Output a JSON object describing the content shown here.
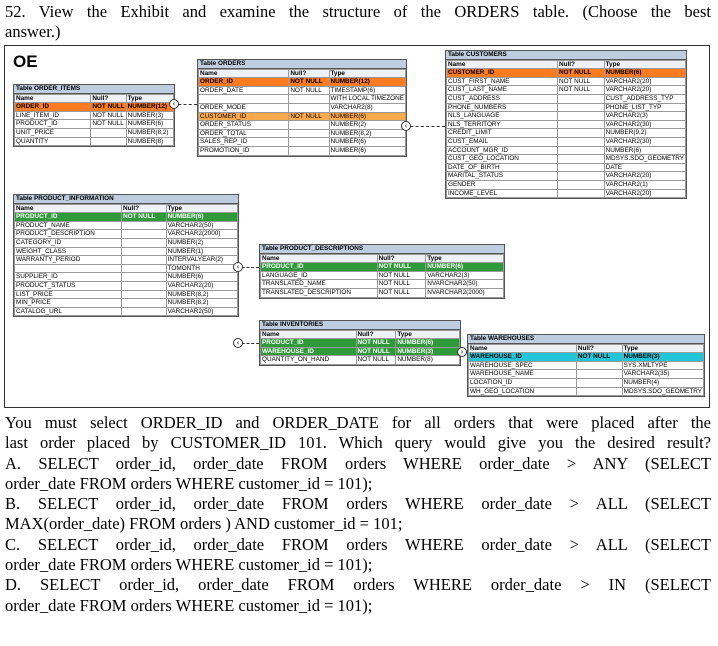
{
  "question_header": {
    "line1": "52. View the Exhibit and examine the structure of the ORDERS table. (Choose the best",
    "line2": "answer.)"
  },
  "exhibit": {
    "schema_label": "OE",
    "tables": {
      "order_items": {
        "title": "Table ORDER_ITEMS",
        "headers": [
          "Name",
          "Null?",
          "Type"
        ],
        "rows": [
          {
            "name": "ORDER_ID",
            "null": "NOT NULL",
            "type": "NUMBER(12)",
            "key": "pk"
          },
          {
            "name": "LINE_ITEM_ID",
            "null": "NOT NULL",
            "type": "NUMBER(3)",
            "key": ""
          },
          {
            "name": "PRODUCT_ID",
            "null": "NOT NULL",
            "type": "NUMBER(6)",
            "key": ""
          },
          {
            "name": "UNIT_PRICE",
            "null": "",
            "type": "NUMBER(8,2)",
            "key": ""
          },
          {
            "name": "QUANTITY",
            "null": "",
            "type": "NUMBER(8)",
            "key": ""
          }
        ]
      },
      "orders": {
        "title": "Table ORDERS",
        "headers": [
          "Name",
          "Null?",
          "Type"
        ],
        "rows": [
          {
            "name": "ORDER_ID",
            "null": "NOT NULL",
            "type": "NUMBER(12)",
            "key": "pk"
          },
          {
            "name": "ORDER_DATE",
            "null": "NOT NULL",
            "type": "TIMESTAMP(6)",
            "key": ""
          },
          {
            "name": "",
            "null": "",
            "type": "WITH LOCAL TIMEZONE",
            "key": ""
          },
          {
            "name": "ORDER_MODE",
            "null": "",
            "type": "VARCHAR2(8)",
            "key": ""
          },
          {
            "name": "CUSTOMER_ID",
            "null": "NOT NULL",
            "type": "NUMBER(6)",
            "key": "orangehi"
          },
          {
            "name": "ORDER_STATUS",
            "null": "",
            "type": "NUMBER(2)",
            "key": ""
          },
          {
            "name": "ORDER_TOTAL",
            "null": "",
            "type": "NUMBER(8,2)",
            "key": ""
          },
          {
            "name": "SALES_REP_ID",
            "null": "",
            "type": "NUMBER(6)",
            "key": ""
          },
          {
            "name": "PROMOTION_ID",
            "null": "",
            "type": "NUMBER(6)",
            "key": ""
          }
        ]
      },
      "customers": {
        "title": "Table CUSTOMERS",
        "headers": [
          "Name",
          "Null?",
          "Type"
        ],
        "rows": [
          {
            "name": "CUSTOMER_ID",
            "null": "NOT NULL",
            "type": "NUMBER(6)",
            "key": "pk"
          },
          {
            "name": "CUST_FIRST_NAME",
            "null": "NOT NULL",
            "type": "VARCHAR2(20)",
            "key": ""
          },
          {
            "name": "CUST_LAST_NAME",
            "null": "NOT NULL",
            "type": "VARCHAR2(20)",
            "key": ""
          },
          {
            "name": "CUST_ADDRESS",
            "null": "",
            "type": "CUST_ADDRESS_TYP",
            "key": ""
          },
          {
            "name": "PHONE_NUMBERS",
            "null": "",
            "type": "PHONE_LIST_TYP",
            "key": ""
          },
          {
            "name": "NLS_LANGUAGE",
            "null": "",
            "type": "VARCHAR2(3)",
            "key": ""
          },
          {
            "name": "NLS_TERRITORY",
            "null": "",
            "type": "VARCHAR2(30)",
            "key": ""
          },
          {
            "name": "CREDIT_LIMIT",
            "null": "",
            "type": "NUMBER(9,2)",
            "key": ""
          },
          {
            "name": "CUST_EMAIL",
            "null": "",
            "type": "VARCHAR2(30)",
            "key": ""
          },
          {
            "name": "ACCOUNT_MGR_ID",
            "null": "",
            "type": "NUMBER(6)",
            "key": ""
          },
          {
            "name": "CUST_GEO_LOCATION",
            "null": "",
            "type": "MDSYS.SDO_GEOMETRY",
            "key": ""
          },
          {
            "name": "DATE_OF_BIRTH",
            "null": "",
            "type": "DATE",
            "key": ""
          },
          {
            "name": "MARITAL_STATUS",
            "null": "",
            "type": "VARCHAR2(20)",
            "key": ""
          },
          {
            "name": "GENDER",
            "null": "",
            "type": "VARCHAR2(1)",
            "key": ""
          },
          {
            "name": "INCOME_LEVEL",
            "null": "",
            "type": "VARCHAR2(20)",
            "key": ""
          }
        ]
      },
      "product_information": {
        "title": "Table PRODUCT_INFORMATION",
        "headers": [
          "Name",
          "Null?",
          "Type"
        ],
        "rows": [
          {
            "name": "PRODUCT_ID",
            "null": "NOT NULL",
            "type": "NUMBER(6)",
            "key": "fk"
          },
          {
            "name": "PRODUCT_NAME",
            "null": "",
            "type": "VARCHAR2(50)",
            "key": ""
          },
          {
            "name": "PRODUCT_DESCRIPTION",
            "null": "",
            "type": "VARCHAR2(2000)",
            "key": ""
          },
          {
            "name": "CATEGORY_ID",
            "null": "",
            "type": "NUMBER(2)",
            "key": ""
          },
          {
            "name": "WEIGHT_CLASS",
            "null": "",
            "type": "NUMBER(1)",
            "key": ""
          },
          {
            "name": "WARRANTY_PERIOD",
            "null": "",
            "type": "INTERVALYEAR(2)",
            "key": ""
          },
          {
            "name": "",
            "null": "",
            "type": "TOMONTH",
            "key": ""
          },
          {
            "name": "SUPPLIER_ID",
            "null": "",
            "type": "NUMBER(6)",
            "key": ""
          },
          {
            "name": "PRODUCT_STATUS",
            "null": "",
            "type": "VARCHAR2(20)",
            "key": ""
          },
          {
            "name": "LIST_PRICE",
            "null": "",
            "type": "NUMBER(8,2)",
            "key": ""
          },
          {
            "name": "MIN_PRICE",
            "null": "",
            "type": "NUMBER(8,2)",
            "key": ""
          },
          {
            "name": "CATALOG_URL",
            "null": "",
            "type": "VARCHAR2(50)",
            "key": ""
          }
        ]
      },
      "product_descriptions": {
        "title": "Table PRODUCT_DESCRIPTIONS",
        "headers": [
          "Name",
          "Null?",
          "Type"
        ],
        "rows": [
          {
            "name": "PRODUCT_ID",
            "null": "NOT NULL",
            "type": "NUMBER(6)",
            "key": "fk"
          },
          {
            "name": "LANGUAGE_ID",
            "null": "NOT NULL",
            "type": "VARCHAR2(3)",
            "key": ""
          },
          {
            "name": "TRANSLATED_NAME",
            "null": "NOT NULL",
            "type": "NVARCHAR2(50)",
            "key": ""
          },
          {
            "name": "TRANSLATED_DESCRIPTION",
            "null": "NOT NULL",
            "type": "NVARCHAR2(2000)",
            "key": ""
          }
        ]
      },
      "inventories": {
        "title": "Table INVENTORIES",
        "headers": [
          "Name",
          "Null?",
          "Type"
        ],
        "rows": [
          {
            "name": "PRODUCT_ID",
            "null": "NOT NULL",
            "type": "NUMBER(6)",
            "key": "fk"
          },
          {
            "name": "WAREHOUSE_ID",
            "null": "NOT NULL",
            "type": "NUMBER(3)",
            "key": "fk"
          },
          {
            "name": "QUANTITY_ON_HAND",
            "null": "NOT NULL",
            "type": "NUMBER(8)",
            "key": ""
          }
        ]
      },
      "warehouses": {
        "title": "Table WAREHOUSES",
        "headers": [
          "Name",
          "Null?",
          "Type"
        ],
        "rows": [
          {
            "name": "WAREHOUSE_ID",
            "null": "NOT NULL",
            "type": "NUMBER(3)",
            "key": "wk"
          },
          {
            "name": "WAREHOUSE_SPEC",
            "null": "",
            "type": "SYS.XMLTYPE",
            "key": ""
          },
          {
            "name": "WAREHOUSE_NAME",
            "null": "",
            "type": "VARCHAR2(35)",
            "key": ""
          },
          {
            "name": "LOCATION_ID",
            "null": "",
            "type": "NUMBER(4)",
            "key": ""
          },
          {
            "name": "WH_GEO_LOCATION",
            "null": "",
            "type": "MDSYS.SDO_GEOMETRY",
            "key": ""
          }
        ]
      }
    }
  },
  "question_body": {
    "l1": "You must select ORDER_ID and ORDER_DATE for all orders that were placed after the",
    "l2": "last order placed by CUSTOMER_ID 101. Which query would give you the desired result?",
    "a1": "A. SELECT order_id, order_date FROM orders WHERE order_date > ANY (SELECT",
    "a2": "order_date FROM orders WHERE customer_id = 101);",
    "b1": "B. SELECT order_id, order_date FROM orders WHERE order_date > ALL (SELECT",
    "b2": "MAX(order_date) FROM orders ) AND customer_id = 101;",
    "c1": "C. SELECT order_id, order_date FROM orders WHERE order_date > ALL (SELECT",
    "c2": "order_date FROM orders WHERE customer_id = 101);",
    "d1": "D. SELECT order_id, order_date FROM orders WHERE order_date > IN (SELECT",
    "d2": "order_date FROM orders WHERE customer_id = 101);"
  }
}
